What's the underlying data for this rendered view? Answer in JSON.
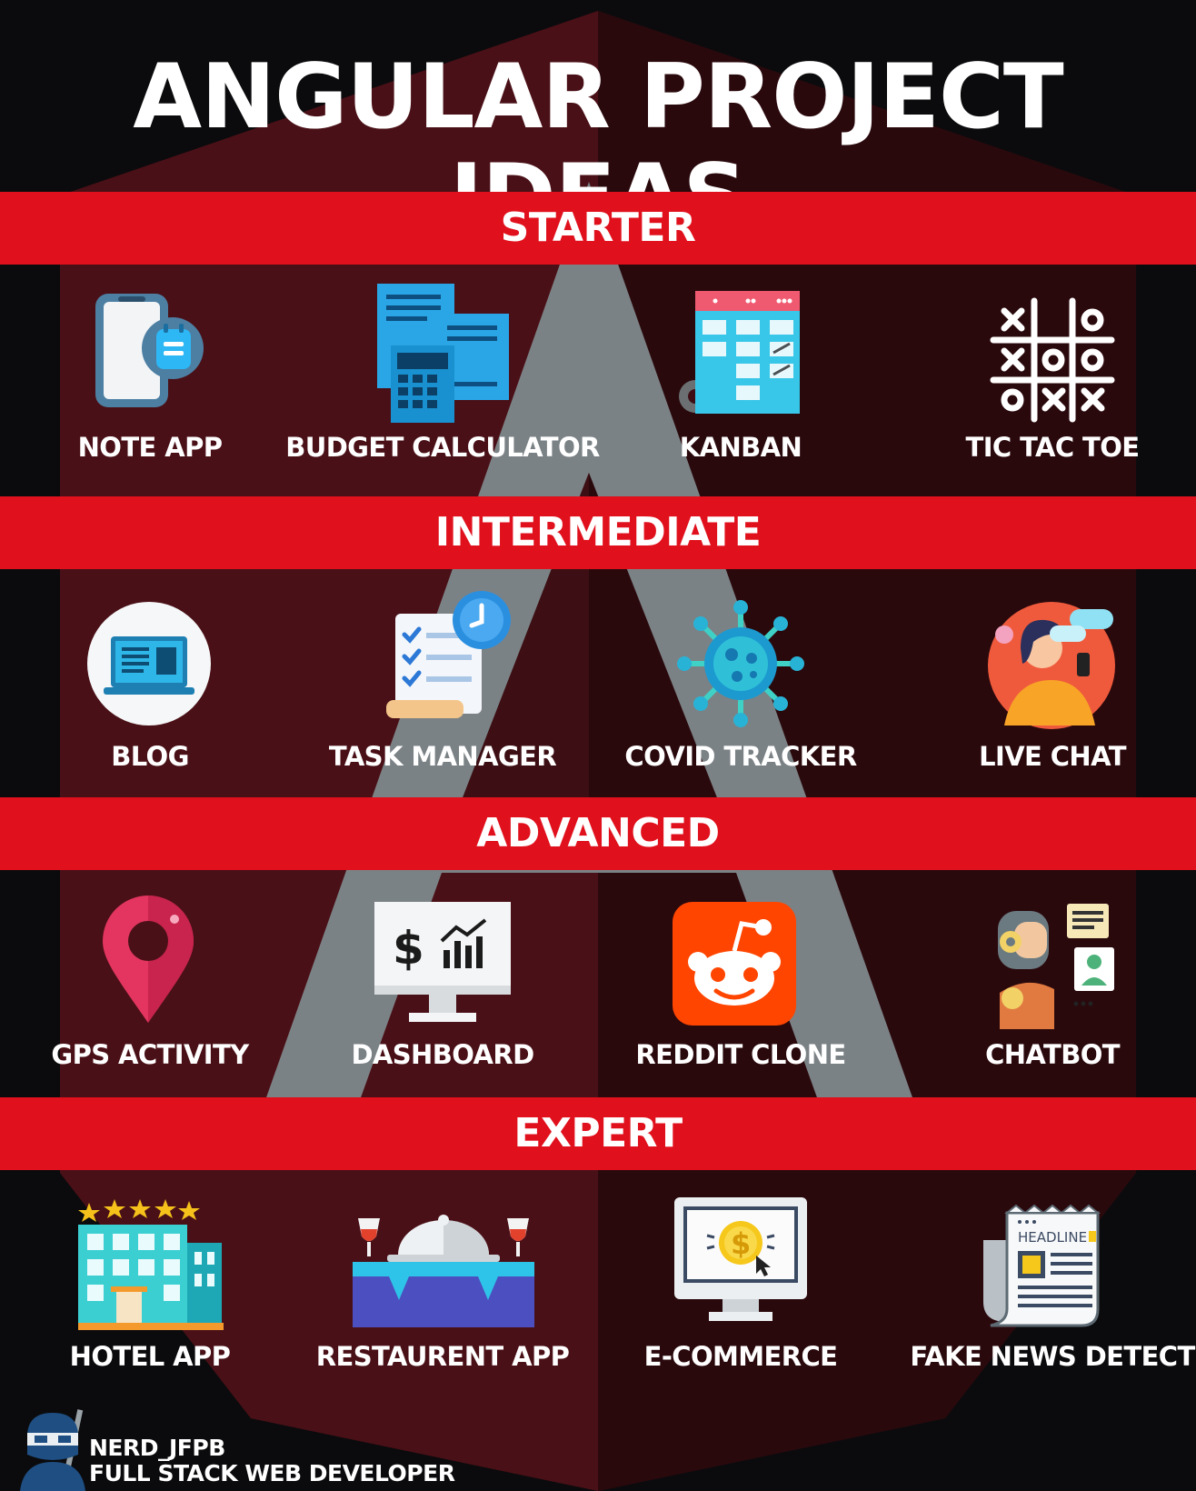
{
  "title": "ANGULAR PROJECT IDEAS",
  "tiers": [
    {
      "label": "STARTER",
      "projects": [
        {
          "name": "NOTE APP",
          "icon": "note-app-icon"
        },
        {
          "name": "BUDGET CALCULATOR",
          "icon": "budget-calculator-icon"
        },
        {
          "name": "KANBAN",
          "icon": "kanban-board-icon"
        },
        {
          "name": "TIC TAC TOE",
          "icon": "tic-tac-toe-icon"
        }
      ]
    },
    {
      "label": "INTERMEDIATE",
      "projects": [
        {
          "name": "BLOG",
          "icon": "laptop-blog-icon"
        },
        {
          "name": "TASK MANAGER",
          "icon": "checklist-clock-icon"
        },
        {
          "name": "COVID TRACKER",
          "icon": "virus-icon"
        },
        {
          "name": "LIVE CHAT",
          "icon": "person-chat-icon"
        }
      ]
    },
    {
      "label": "ADVANCED",
      "projects": [
        {
          "name": "GPS ACTIVITY",
          "icon": "map-pin-icon"
        },
        {
          "name": "DASHBOARD",
          "icon": "dashboard-monitor-icon"
        },
        {
          "name": "REDDIT CLONE",
          "icon": "reddit-icon"
        },
        {
          "name": "CHATBOT",
          "icon": "robot-chat-icon"
        }
      ]
    },
    {
      "label": "EXPERT",
      "projects": [
        {
          "name": "HOTEL APP",
          "icon": "hotel-icon"
        },
        {
          "name": "RESTAURENT APP",
          "icon": "restaurant-table-icon"
        },
        {
          "name": "E-COMMERCE",
          "icon": "ecommerce-monitor-icon"
        },
        {
          "name": "FAKE NEWS DETECT",
          "icon": "newspaper-icon"
        }
      ]
    }
  ],
  "icon_text": {
    "headline": "HEADLINE"
  },
  "footer": {
    "handle": "NERD_JFPB",
    "role": "FULL STACK WEB DEVELOPER",
    "avatar": "ninja-avatar-icon"
  },
  "colors": {
    "band": "#e0101c",
    "background": "#0b0b0d",
    "panel": "#3d0f14",
    "logo_gray": "#7b8285"
  }
}
